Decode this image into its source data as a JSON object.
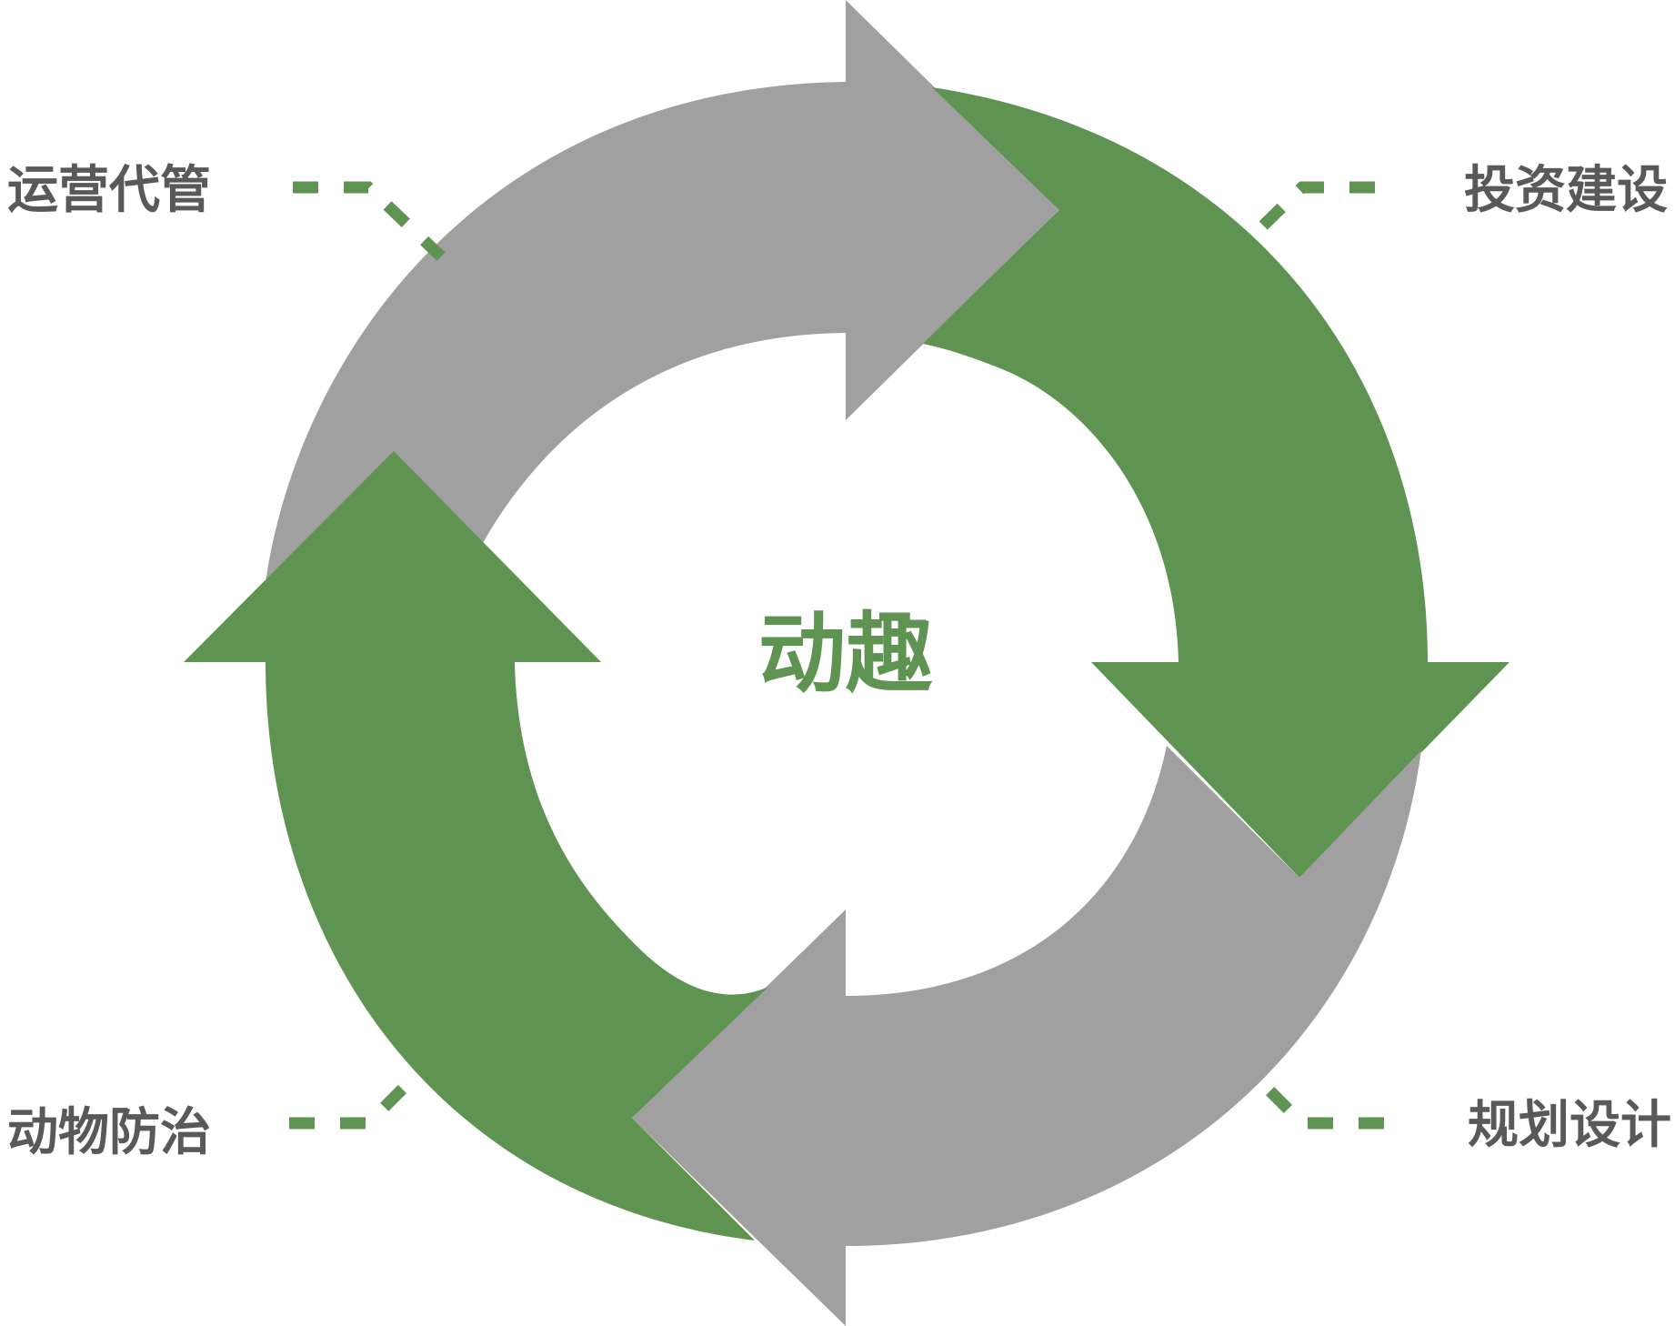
{
  "center": {
    "text": "动趣"
  },
  "labels": {
    "top_left": "运营代管",
    "top_right": "投资建设",
    "bottom_left": "动物防治",
    "bottom_right": "规划设计"
  },
  "colors": {
    "green": "#5F9352",
    "gray": "#A0A0A0",
    "label_text": "#595959",
    "background": "#FFFFFF"
  }
}
